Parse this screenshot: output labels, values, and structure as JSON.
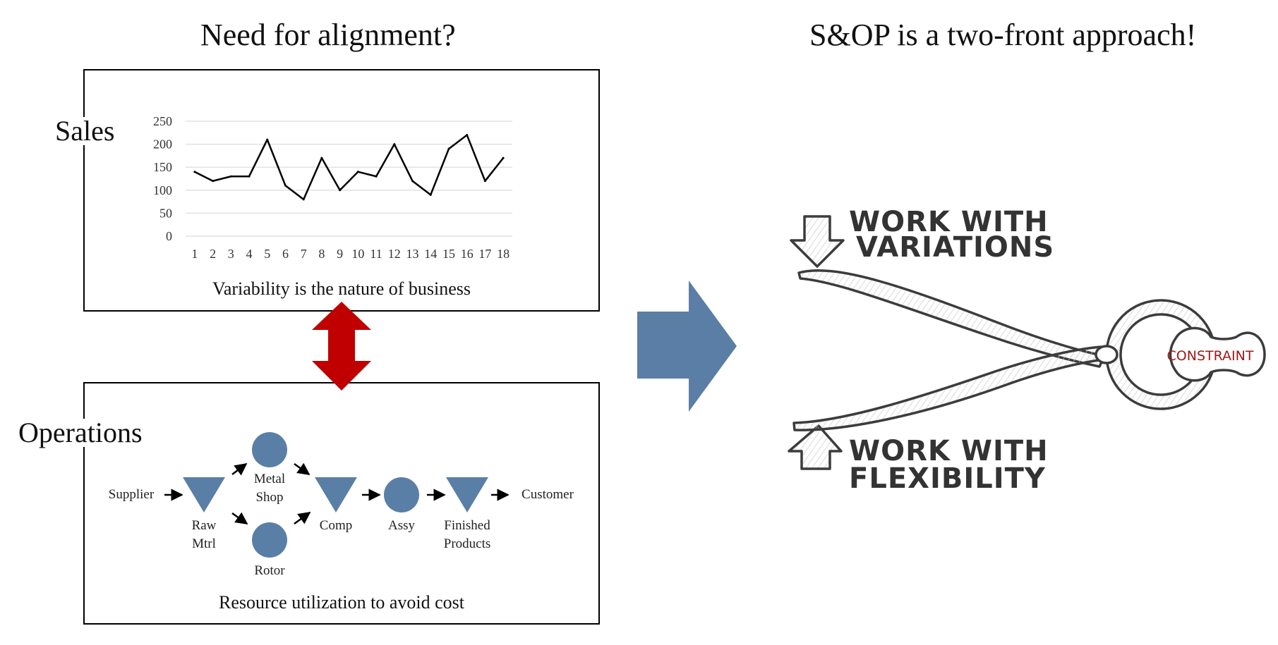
{
  "left": {
    "heading": "Need for alignment?",
    "sales": {
      "label": "Sales",
      "caption": "Variability is the nature of business"
    },
    "operations": {
      "label": "Operations",
      "caption": "Resource utilization to avoid cost",
      "flow": {
        "supplier": "Supplier",
        "raw_line1": "Raw",
        "raw_line2": "Mtrl",
        "metal_line1": "Metal",
        "metal_line2": "Shop",
        "rotor": "Rotor",
        "comp": "Comp",
        "assy": "Assy",
        "finished_line1": "Finished",
        "finished_line2": "Products",
        "customer": "Customer"
      }
    }
  },
  "right": {
    "heading": "S&OP is a two-front approach!",
    "top_line1": "WORK WITH",
    "top_line2": "VARIATIONS",
    "bottom_line1": "WORK WITH",
    "bottom_line2": "FLEXIBILITY",
    "constraint": "CONSTRAINT"
  },
  "colors": {
    "node_blue": "#5a7fa6",
    "big_arrow": "#5b7ea6",
    "alignment_arrow": "#c00000",
    "chart_line": "#000000",
    "gridline": "#e2e2e2",
    "constraint_text": "#a01818"
  },
  "chart_data": {
    "type": "line",
    "title": "",
    "xlabel": "",
    "ylabel": "",
    "x": [
      1,
      2,
      3,
      4,
      5,
      6,
      7,
      8,
      9,
      10,
      11,
      12,
      13,
      14,
      15,
      16,
      17,
      18
    ],
    "series": [
      {
        "values": [
          140,
          120,
          130,
          130,
          210,
          110,
          80,
          170,
          100,
          140,
          130,
          200,
          120,
          90,
          190,
          220,
          120,
          170
        ]
      }
    ],
    "yticks": [
      0,
      50,
      100,
      150,
      200,
      250
    ],
    "ylim": [
      0,
      250
    ],
    "grid": true,
    "legend": "none"
  }
}
